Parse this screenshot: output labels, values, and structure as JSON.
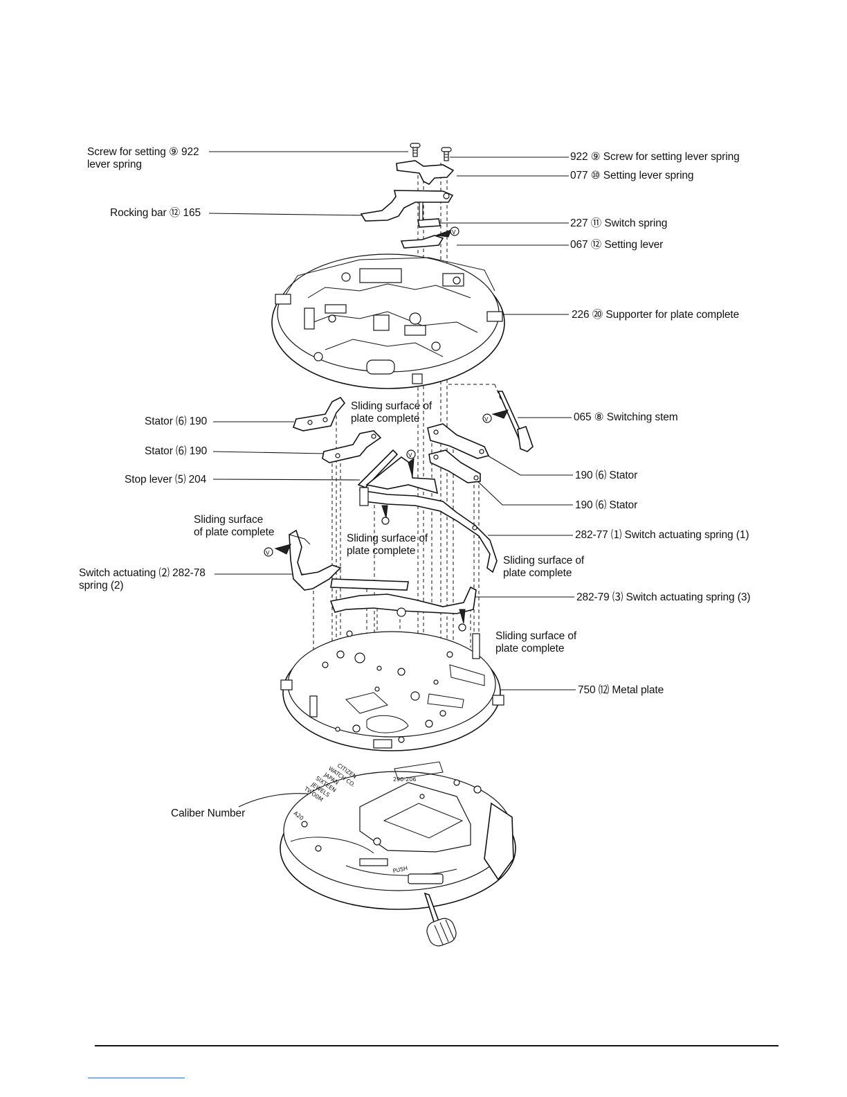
{
  "labels": {
    "screw_setting_left": {
      "text": "Screw for setting ⑨ 922",
      "text2": "lever spring"
    },
    "rocking_bar": {
      "text": "Rocking bar ⑫ 165"
    },
    "stator_1": {
      "text": "Stator ⑹ 190"
    },
    "stator_2": {
      "text": "Stator ⑹ 190"
    },
    "stop_lever": {
      "text": "Stop lever ⑸ 204"
    },
    "sliding_left": {
      "text": "Sliding surface",
      "text2": "of plate complete"
    },
    "switch_spring_2": {
      "text": "Switch actuating ⑵ 282-78",
      "text2": "spring (2)"
    },
    "caliber_number": {
      "text": "Caliber Number"
    },
    "sliding_top_center": {
      "text": "Sliding surface of",
      "text2": "plate complete"
    },
    "sliding_mid_center": {
      "text": "Sliding surface of",
      "text2": "plate complete"
    },
    "screw_setting_right": {
      "text": "922 ⑨ Screw for setting lever spring"
    },
    "setting_lever_spring": {
      "text": "077 ⑩ Setting lever spring"
    },
    "switch_spring": {
      "text": "227 ⑪ Switch spring"
    },
    "setting_lever": {
      "text": "067 ⑫ Setting lever"
    },
    "supporter": {
      "text": "226 ⑳ Supporter for plate complete"
    },
    "switching_stem": {
      "text": "065 ⑧ Switching stem"
    },
    "stator_3": {
      "text": "190 ⑹ Stator"
    },
    "stator_4": {
      "text": "190 ⑹ Stator"
    },
    "switch_spring_1": {
      "text": "282-77 ⑴ Switch actuating spring (1)"
    },
    "sliding_right_1": {
      "text": "Sliding surface of",
      "text2": "plate complete"
    },
    "switch_spring_3": {
      "text": "282-79 ⑶ Switch actuating spring (3)"
    },
    "sliding_right_2": {
      "text": "Sliding surface of",
      "text2": "plate complete"
    },
    "metal_plate": {
      "text": "750 ⑿ Metal plate"
    }
  },
  "engraving": {
    "line1": "CITIZEN",
    "line2": "WATCH CO.",
    "line3": "JAPAN",
    "line4": "SIXTEEN",
    "line5": "JEWELS",
    "line6": "TWO0M",
    "cal": "A20",
    "ref": "290-206",
    "push": "PUSH"
  }
}
